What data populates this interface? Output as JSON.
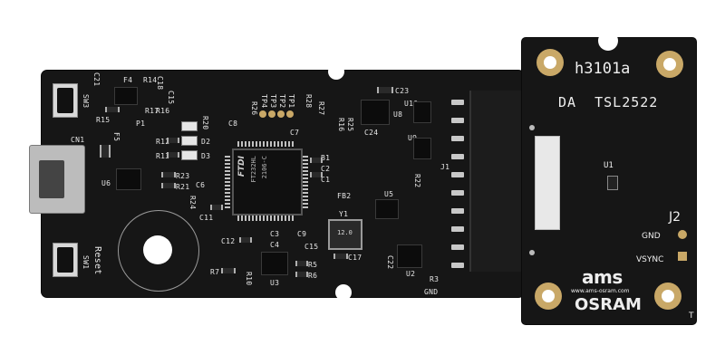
{
  "board": {
    "labels": {
      "sw3": "SW3",
      "sw1": "SW1",
      "reset": "Reset",
      "cn1": "CN1",
      "c21": "C21",
      "f4": "F4",
      "r15": "R15",
      "r14": "R14",
      "c18": "C18",
      "r17": "R17",
      "r16": "R16",
      "c15": "C15",
      "p1": "P1",
      "f5": "F5",
      "r12": "R12",
      "r13": "R13",
      "r20": "R20",
      "d2": "D2",
      "d3": "D3",
      "c8": "C8",
      "r26": "R26",
      "tp4": "TP4",
      "tp3": "TP3",
      "tp2": "TP2",
      "tp1": "TP1",
      "r28": "R28",
      "r27": "R27",
      "c7": "C7",
      "r23": "R23",
      "r21": "R21",
      "r24": "R24",
      "u6": "U6",
      "ftdi_brand": "FTDI",
      "ftdi_part": "FT232HL",
      "ftdi_code": "2106-C",
      "c11": "C11",
      "c12": "C12",
      "c3": "C3",
      "c9": "C9",
      "c15b": "C15",
      "r7": "R7",
      "r10": "R10",
      "u3": "U3",
      "r5": "R5",
      "r6": "R6",
      "y1": "Y1",
      "c17": "C17",
      "fb2": "FB2",
      "u5": "U5",
      "c23": "C23",
      "u10": "U10",
      "u8": "U8",
      "u9": "U9",
      "c24": "C24",
      "r16b": "R16",
      "r25": "R25",
      "j1": "J1",
      "r22": "R22",
      "u2": "U2",
      "c22": "C22",
      "r3": "R3",
      "gnd": "GND",
      "b1": "B1",
      "c2": "C2",
      "c1": "C1",
      "c6": "C6",
      "c4": "C4",
      "crystal": "12.0"
    }
  },
  "module": {
    "part": "h3101a",
    "sensor_name": "DA  TSL2522",
    "u1": "U1",
    "j2": "J2",
    "gnd": "GND",
    "vsync": "VSYNC",
    "brand_ams": "ams",
    "website": "www.ams-osram.com",
    "brand_osram": "OSRAM",
    "t": "T"
  },
  "colors": {
    "pcb": "#161616",
    "silkscreen": "#e6e6e6",
    "gold": "#c9a867",
    "background": "#ffffff"
  }
}
